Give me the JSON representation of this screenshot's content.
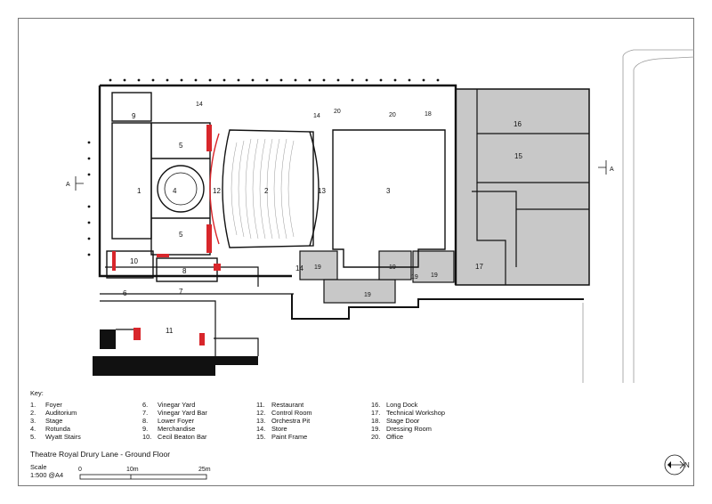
{
  "plan": {
    "room_labels": [
      "1",
      "2",
      "3",
      "4",
      "5",
      "5",
      "6",
      "7",
      "8",
      "9",
      "10",
      "11",
      "12",
      "13",
      "14",
      "14",
      "14",
      "15",
      "16",
      "17",
      "18",
      "19",
      "19",
      "19",
      "19",
      "19",
      "20",
      "20"
    ],
    "section_marker": "A"
  },
  "legend": {
    "heading": "Key:",
    "items": [
      {
        "num": "1.",
        "label": "Foyer"
      },
      {
        "num": "2.",
        "label": "Auditorium"
      },
      {
        "num": "3.",
        "label": "Stage"
      },
      {
        "num": "4.",
        "label": "Rotunda"
      },
      {
        "num": "5.",
        "label": "Wyatt Stairs"
      },
      {
        "num": "6.",
        "label": "Vinegar Yard"
      },
      {
        "num": "7.",
        "label": "Vinegar Yard Bar"
      },
      {
        "num": "8.",
        "label": "Lower Foyer"
      },
      {
        "num": "9.",
        "label": "Merchandise"
      },
      {
        "num": "10.",
        "label": "Cecil Beaton Bar"
      },
      {
        "num": "11.",
        "label": "Restaurant"
      },
      {
        "num": "12.",
        "label": "Control Room"
      },
      {
        "num": "13.",
        "label": "Orchestra Pit"
      },
      {
        "num": "14.",
        "label": "Store"
      },
      {
        "num": "15.",
        "label": "Paint Frame"
      },
      {
        "num": "16.",
        "label": "Long Dock"
      },
      {
        "num": "17.",
        "label": "Technical Workshop"
      },
      {
        "num": "18.",
        "label": "Stage Door"
      },
      {
        "num": "19.",
        "label": "Dressing Room"
      },
      {
        "num": "20.",
        "label": "Office"
      }
    ]
  },
  "title": "Theatre Royal Drury Lane - Ground Floor",
  "scale": {
    "label": "Scale",
    "ratio": "1:500 @A4",
    "ticks": [
      "0",
      "10m",
      "25m"
    ]
  },
  "north_label": "N"
}
